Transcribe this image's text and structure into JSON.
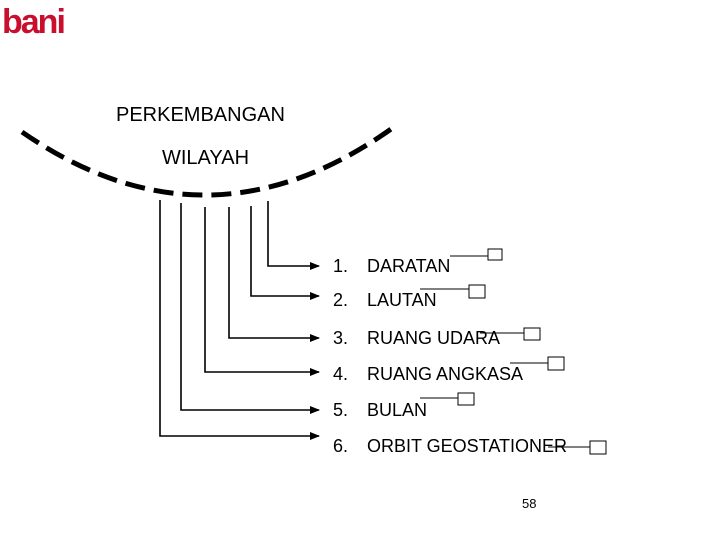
{
  "logo": {
    "text": "bani",
    "color": "#c8102e"
  },
  "title": {
    "line1": "PERKEMBANGAN",
    "line2": "WILAYAH"
  },
  "items": [
    {
      "num": "1.",
      "label": "DARATAN"
    },
    {
      "num": "2.",
      "label": "LAUTAN"
    },
    {
      "num": "3.",
      "label": "RUANG UDARA"
    },
    {
      "num": "4.",
      "label": "RUANG ANGKASA"
    },
    {
      "num": "5.",
      "label": "BULAN"
    },
    {
      "num": "6.",
      "label": "ORBIT GEOSTATIONER"
    }
  ],
  "page_number": "58"
}
